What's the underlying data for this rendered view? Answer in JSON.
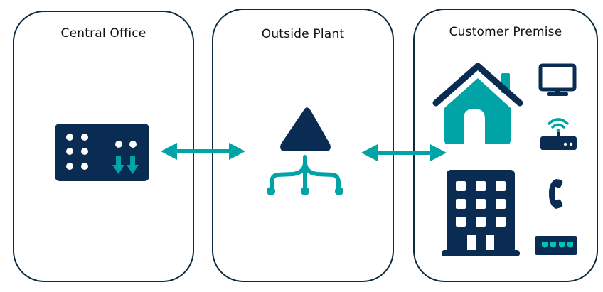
{
  "diagram": {
    "title": "Telecommunications network segments",
    "colors": {
      "navy": "#0b2c52",
      "teal": "#00a3a6",
      "border": "#0e2a3d",
      "text": "#111111",
      "background": "#ffffff"
    },
    "panels": [
      {
        "id": "central-office",
        "label": "Central Office",
        "icons": [
          "switch-equipment-icon"
        ]
      },
      {
        "id": "outside-plant",
        "label": "Outside Plant",
        "icons": [
          "splitter-node-icon"
        ]
      },
      {
        "id": "customer-premise",
        "label": "Customer Premise",
        "icons": [
          "house-icon",
          "office-building-icon",
          "monitor-icon",
          "wifi-router-icon",
          "telephone-icon",
          "ethernet-port-icon"
        ]
      }
    ],
    "connections": [
      {
        "from": "central-office",
        "to": "outside-plant",
        "type": "bidirectional-arrow"
      },
      {
        "from": "outside-plant",
        "to": "customer-premise",
        "type": "bidirectional-arrow"
      }
    ]
  }
}
